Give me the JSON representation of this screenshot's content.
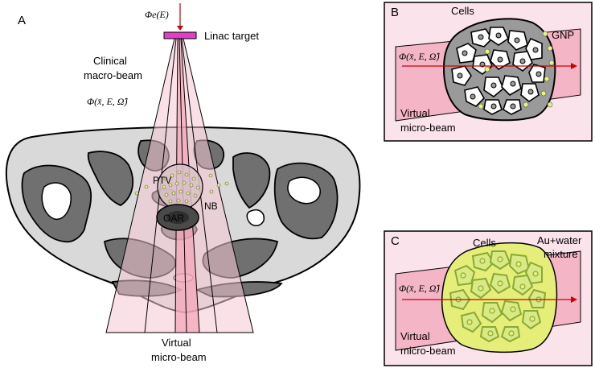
{
  "panel_a": {
    "letter": "A",
    "fluence_source": "Φe(E)",
    "target_label": "Linac target",
    "macro_beam_label_1": "Clinical",
    "macro_beam_label_2": "macro-beam",
    "phase_space": "Φ(x̄, E, Ω̂)",
    "ptv_label": "PTV",
    "nb_label": "NB",
    "oar_label": "OAR",
    "micro_beam_label_1": "Virtual",
    "micro_beam_label_2": "micro-beam"
  },
  "panel_b": {
    "letter": "B",
    "cells_label": "Cells",
    "gnp_label": "GNP",
    "phase_space": "Φ(x̄, E, Ω̂)",
    "micro_beam_label_1": "Virtual",
    "micro_beam_label_2": "micro-beam"
  },
  "panel_c": {
    "letter": "C",
    "cells_label": "Cells",
    "mixture_label_1": "Au+water",
    "mixture_label_2": "mixture",
    "phase_space": "Φ(x̄, E, Ω̂)",
    "micro_beam_label_1": "Virtual",
    "micro_beam_label_2": "micro-beam"
  },
  "colors": {
    "beam_pink": "#f6c9d4",
    "beam_light": "#fbe3ec",
    "micro_beam": "#f4a7b8",
    "body_gray": "#d9d9d9",
    "bone_gray": "#707070",
    "target_magenta": "#e040c8",
    "arrow_red": "#cc0000",
    "gnp_yellow": "#e8f57a",
    "mixture_yellow": "#e6ee7a",
    "cell_green": "#8aa832"
  }
}
